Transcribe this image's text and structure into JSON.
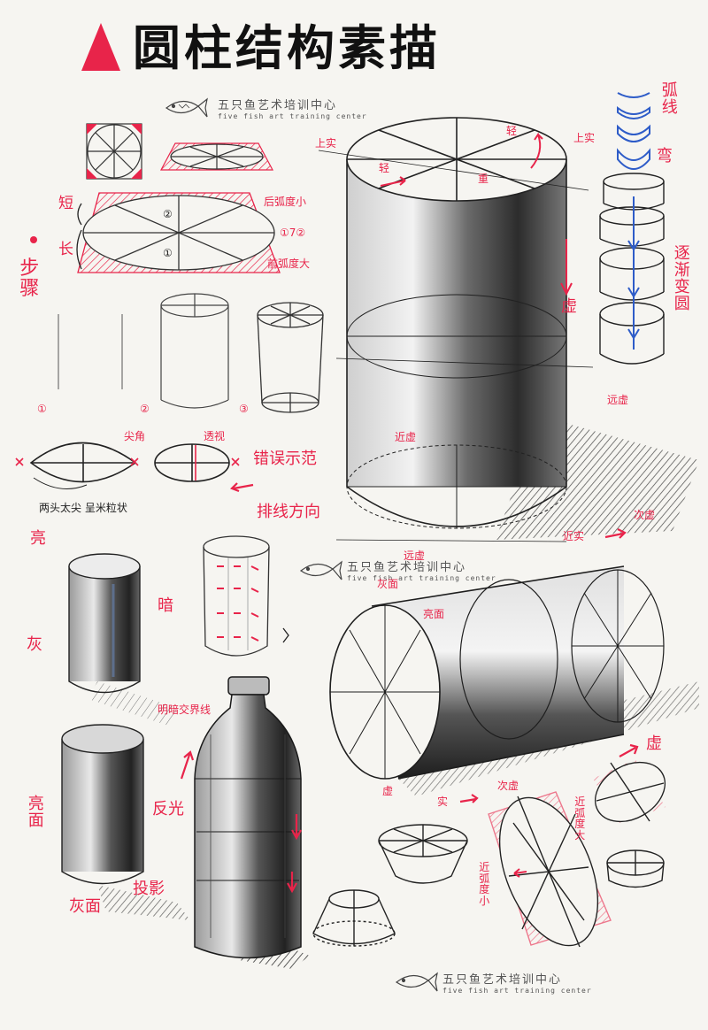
{
  "title": "圆柱结构素描",
  "brand": {
    "name_cn": "五只鱼艺术培训中心",
    "name_en": "five fish art training center"
  },
  "colors": {
    "accent_red": "#e8244a",
    "pencil": "#2a2a2a",
    "arc_blue": "#2e5cc8",
    "paper": "#f6f5f1"
  },
  "icons": [
    "red-triangle-icon",
    "fish-logo-icon"
  ],
  "labels": {
    "step": "步骤",
    "short": "短",
    "long": "长",
    "back_arc": "后弧度小",
    "front_arc": "前弧度大",
    "circle_1": "①",
    "circle_2": "②",
    "compare": "①7②",
    "num_1": "①",
    "num_2": "②",
    "num_3": "③",
    "sharp_corner": "尖角",
    "perspective": "透视",
    "wrong_example": "错误示范",
    "pointed_ends": "两头太尖 呈米粒状",
    "hatch_direction": "排线方向",
    "top_solid_left": "上实",
    "top_solid_right": "上实",
    "light": "轻",
    "light2": "轻",
    "heavy": "重",
    "void": "虚",
    "near_void": "近虚",
    "far_void": "远虚",
    "near_solid": "近实",
    "secondary_void": "次虚",
    "arc_line": "弧线",
    "to_curve": "弯",
    "gradual_circle": "逐渐变圆",
    "bright": "亮",
    "dark": "暗",
    "gray": "灰",
    "light_dark_line": "明暗交界线",
    "lit_face": "亮面",
    "reflected_light": "反光",
    "gray_face": "灰面",
    "cast_shadow": "投影",
    "bright_face_h": "亮面",
    "gray_face_h": "灰面",
    "far_void_h": "远虚",
    "void_h": "虚",
    "solid_h": "实",
    "secondary_void_h": "次虚",
    "near_arc_big": "近弧度大",
    "near_arc_small": "近弧度小",
    "void_right": "虚"
  }
}
